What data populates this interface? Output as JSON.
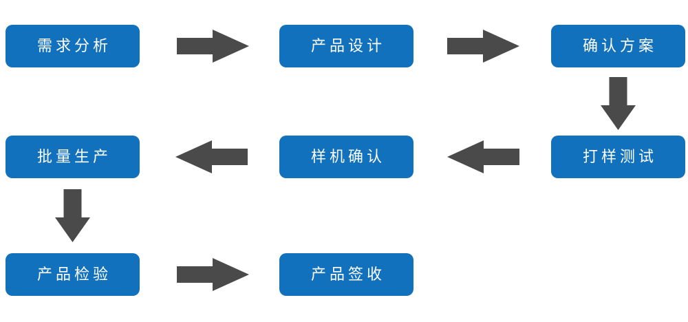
{
  "diagram": {
    "type": "flowchart",
    "background_color": "#FFFFFF",
    "node_fill_color": "#1271BC",
    "node_text_color": "#FFFFFF",
    "arrow_color": "#4A4A4A",
    "nodes": [
      {
        "id": "requirements-analysis",
        "label": "需求分析",
        "row": 1,
        "col": 1
      },
      {
        "id": "product-design",
        "label": "产品设计",
        "row": 1,
        "col": 2
      },
      {
        "id": "plan-confirmation",
        "label": "确认方案",
        "row": 1,
        "col": 3
      },
      {
        "id": "sample-testing",
        "label": "打样测试",
        "row": 2,
        "col": 3
      },
      {
        "id": "prototype-confirmation",
        "label": "样机确认",
        "row": 2,
        "col": 2
      },
      {
        "id": "mass-production",
        "label": "批量生产",
        "row": 2,
        "col": 1
      },
      {
        "id": "product-inspection",
        "label": "产品检验",
        "row": 3,
        "col": 1
      },
      {
        "id": "product-acceptance",
        "label": "产品签收",
        "row": 3,
        "col": 2
      }
    ],
    "edges": [
      {
        "from": "需求分析",
        "to": "产品设计",
        "direction": "right"
      },
      {
        "from": "产品设计",
        "to": "确认方案",
        "direction": "right"
      },
      {
        "from": "确认方案",
        "to": "打样测试",
        "direction": "down"
      },
      {
        "from": "打样测试",
        "to": "样机确认",
        "direction": "left"
      },
      {
        "from": "样机确认",
        "to": "批量生产",
        "direction": "left"
      },
      {
        "from": "批量生产",
        "to": "产品检验",
        "direction": "down"
      },
      {
        "from": "产品检验",
        "to": "产品签收",
        "direction": "right"
      }
    ]
  }
}
